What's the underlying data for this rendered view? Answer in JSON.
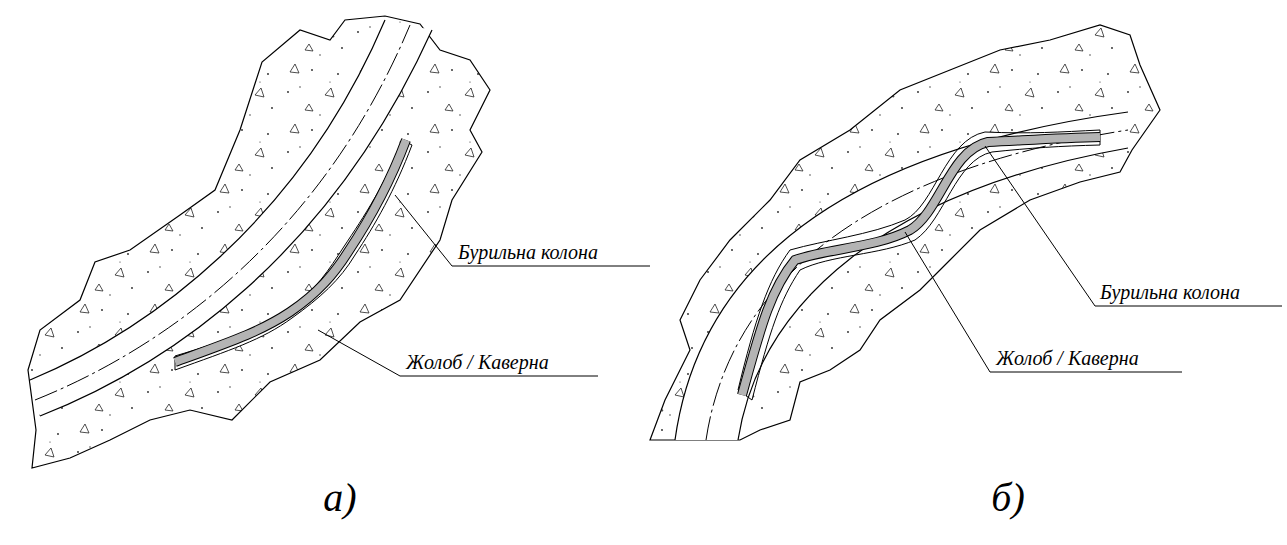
{
  "diagram": {
    "labels": [
      "Бурильна колона",
      "Жолоб / Каверна",
      "Бурильна колона",
      "Жолоб / Каверна",
      "а)",
      "б)"
    ]
  }
}
